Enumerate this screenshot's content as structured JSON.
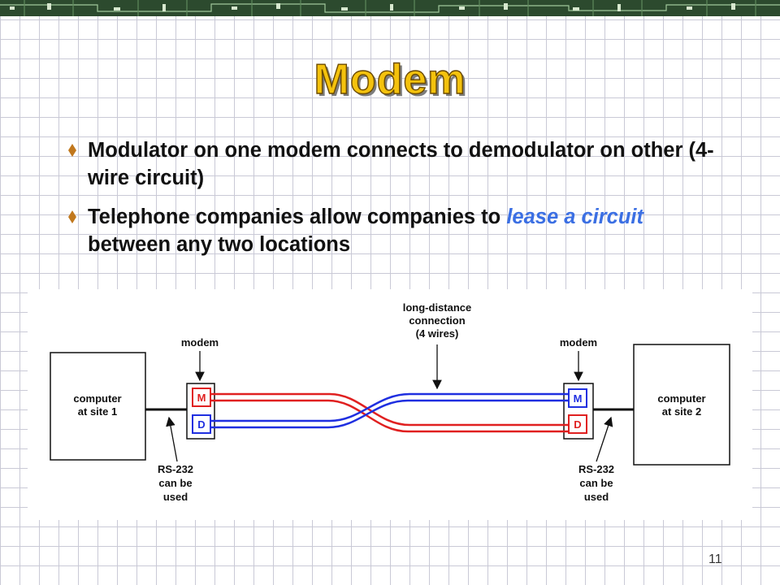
{
  "slide": {
    "title": "Modem",
    "bullets": [
      {
        "text": "Modulator on one modem connects to demodulator on other (4-wire circuit)"
      },
      {
        "text_before": "Telephone companies allow companies to ",
        "emphasis": "lease a circuit",
        "text_after": " between any two locations"
      }
    ],
    "page_number": "11",
    "colors": {
      "title": "#f4c20d",
      "emphasis": "#3b6fe3",
      "red_wire": "#e02020",
      "blue_wire": "#1f2fe0"
    }
  },
  "diagram": {
    "long_distance_label": [
      "long-distance",
      "connection",
      "(4 wires)"
    ],
    "left": {
      "computer_label": [
        "computer",
        "at site 1"
      ],
      "modem_label": "modem",
      "rs232_label": [
        "RS-232",
        "can be",
        "used"
      ],
      "port_top": "M",
      "port_bottom": "D"
    },
    "right": {
      "computer_label": [
        "computer",
        "at site 2"
      ],
      "modem_label": "modem",
      "rs232_label": [
        "RS-232",
        "can be",
        "used"
      ],
      "port_top": "M",
      "port_bottom": "D"
    }
  }
}
